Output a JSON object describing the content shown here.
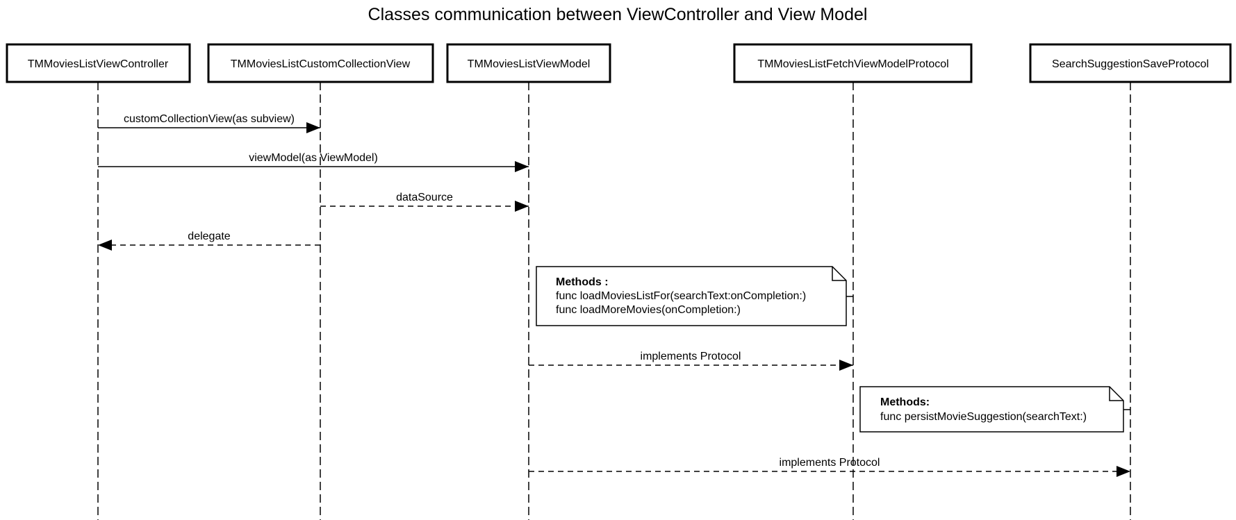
{
  "title": "Classes communication between ViewController and View Model",
  "participants": [
    {
      "id": "vc",
      "label": "TMMoviesListViewController"
    },
    {
      "id": "cv",
      "label": "TMMoviesListCustomCollectionView"
    },
    {
      "id": "vm",
      "label": "TMMoviesListViewModel"
    },
    {
      "id": "fp",
      "label": "TMMoviesListFetchViewModelProtocol"
    },
    {
      "id": "sp",
      "label": "SearchSuggestionSaveProtocol"
    }
  ],
  "messages": [
    {
      "from": "vc",
      "to": "cv",
      "label": "customCollectionView(as subview)",
      "style": "solid"
    },
    {
      "from": "vc",
      "to": "vm",
      "label": "viewModel(as ViewModel)",
      "style": "solid"
    },
    {
      "from": "cv",
      "to": "vm",
      "label": "dataSource",
      "style": "dashed"
    },
    {
      "from": "cv",
      "to": "vc",
      "label": "delegate",
      "style": "dashed"
    },
    {
      "from": "vm",
      "to": "fp",
      "label": "implements Protocol",
      "style": "dashed"
    },
    {
      "from": "vm",
      "to": "sp",
      "label": "implements Protocol",
      "style": "dashed"
    }
  ],
  "notes": [
    {
      "attached_to": "fp",
      "heading": "Methods :",
      "lines": [
        "func loadMoviesListFor(searchText:onCompletion:)",
        "func loadMoreMovies(onCompletion:)"
      ]
    },
    {
      "attached_to": "sp",
      "heading": "Methods:",
      "lines": [
        "func persistMovieSuggestion(searchText:)"
      ]
    }
  ]
}
